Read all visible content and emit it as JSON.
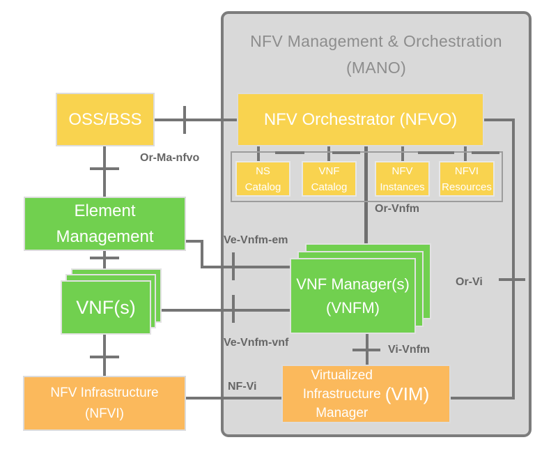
{
  "mano": {
    "title_line1": "NFV Management & Orchestration",
    "title_line2": "(MANO)"
  },
  "boxes": {
    "oss_bss": {
      "label": "OSS/BSS"
    },
    "nfvo": {
      "label": "NFV Orchestrator (NFVO)"
    },
    "element_management": {
      "line1": "Element",
      "line2": "Management"
    },
    "vnfs": {
      "label": "VNF(s)"
    },
    "vnfm": {
      "line1": "VNF Manager(s)",
      "line2": "(VNFM)"
    },
    "nfvi": {
      "line1": "NFV Infrastructure",
      "line2": "(NFVI)"
    },
    "vim": {
      "line1": "Virtualized",
      "line2": "Infrastructure",
      "line3": "Manager",
      "acronym": "(VIM)"
    }
  },
  "catalogs": [
    {
      "line1": "NS",
      "line2": "Catalog"
    },
    {
      "line1": "VNF",
      "line2": "Catalog"
    },
    {
      "line1": "NFV",
      "line2": "Instances"
    },
    {
      "line1": "NFVI",
      "line2": "Resources"
    }
  ],
  "reference_points": {
    "or_ma_nfvo": "Or-Ma-nfvo",
    "or_vnfm": "Or-Vnfm",
    "or_vi": "Or-Vi",
    "ve_vnfm_em": "Ve-Vnfm-em",
    "ve_vnfm_vnf": "Ve-Vnfm-vnf",
    "vi_vnfm": "Vi-Vnfm",
    "nf_vi": "NF-Vi"
  },
  "colors": {
    "box_yellow": "#F9D34F",
    "box_green": "#71D04F",
    "box_orange": "#FBB95C",
    "mano_fill": "#D9D9D9",
    "mano_border": "#7C7C7C",
    "line_gray": "#757575",
    "label_text": "#666666",
    "box_text": "#FFFFFF"
  }
}
